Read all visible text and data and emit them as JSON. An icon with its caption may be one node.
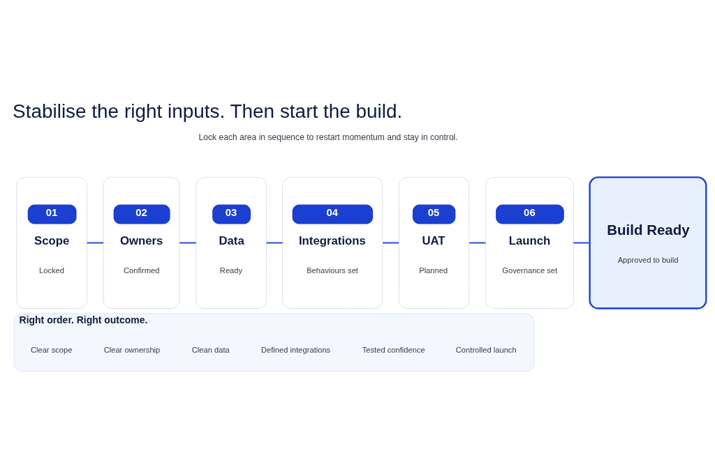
{
  "diagram": {
    "title": "Stabilise the right inputs. Then start the build.",
    "nodes": [
      {
        "text": [
          "01",
          "Scope",
          "Locked"
        ]
      },
      {
        "text": [
          "02",
          "Owners",
          "Confirmed"
        ]
      },
      {
        "text": [
          "03",
          "Data",
          "Ready"
        ]
      },
      {
        "text": [
          "04",
          "Integrations",
          "Behaviours set"
        ]
      },
      {
        "text": [
          "05",
          "UAT",
          "Planned"
        ]
      },
      {
        "text": [
          "06",
          "Launch",
          "Governance set"
        ]
      },
      {
        "text": [
          "Build Ready",
          "Approved to build"
        ]
      },
      {
        "text": [
          "Right order. Right outcome."
        ]
      },
      {
        "text": [
          "Clear scope"
        ],
        "in": 7
      },
      {
        "text": [
          "Clear ownership"
        ],
        "in": 7
      },
      {
        "text": [
          "Clean data"
        ],
        "in": 7
      },
      {
        "text": [
          "Defined integrations"
        ],
        "in": 7
      },
      {
        "text": [
          "Tested confidence"
        ],
        "in": 7
      },
      {
        "text": [
          "Controlled launch"
        ],
        "in": 7
      }
    ],
    "edges": [
      {
        "from": 0,
        "to": 1,
        "arrow": "none"
      },
      {
        "from": 1,
        "to": 2,
        "arrow": "none"
      },
      {
        "from": 2,
        "to": 3,
        "arrow": "none"
      },
      {
        "from": 3,
        "to": 4,
        "arrow": "none"
      },
      {
        "from": 4,
        "to": 5,
        "arrow": "none"
      },
      {
        "from": 5,
        "to": 6,
        "arrow": "none"
      }
    ],
    "labels": [
      "Lock each area in sequence to restart momentum and stay in control."
    ]
  }
}
